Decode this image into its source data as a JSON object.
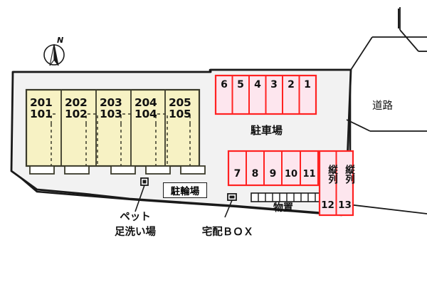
{
  "map": {
    "title": "",
    "colors": {
      "site_fill": "#f2f2f2",
      "site_stroke": "#1a1a1a",
      "building_fill": "#f7f2c4",
      "building_stroke": "#3a3a2a",
      "stall_fill": "#fde6ee",
      "stall_stroke": "#ff2222",
      "text": "#111111",
      "page_bg": "#ffffff"
    }
  },
  "compass": {
    "label": "N",
    "icon": "compass-north-icon"
  },
  "building": {
    "units": [
      {
        "upper": "201",
        "lower": "101"
      },
      {
        "upper": "202",
        "lower": "102"
      },
      {
        "upper": "203",
        "lower": "103"
      },
      {
        "upper": "204",
        "lower": "104"
      },
      {
        "upper": "205",
        "lower": "105"
      }
    ]
  },
  "parking": {
    "area_label": "駐車場",
    "top_row": [
      {
        "number": "6"
      },
      {
        "number": "5"
      },
      {
        "number": "4"
      },
      {
        "number": "3"
      },
      {
        "number": "2"
      },
      {
        "number": "1"
      }
    ],
    "bottom_row": [
      {
        "number": "7"
      },
      {
        "number": "8"
      },
      {
        "number": "9"
      },
      {
        "number": "10"
      },
      {
        "number": "11"
      }
    ],
    "tandem_stalls": [
      {
        "type_label": "縦列",
        "number": "12"
      },
      {
        "type_label": "縦列",
        "number": "13"
      }
    ]
  },
  "facilities": {
    "bicycle_parking": "駐輪場",
    "storage": "物置",
    "pet_wash_line1": "ペット",
    "pet_wash_line2": "足洗い場",
    "delivery_box": "宅配ＢＯＸ"
  },
  "surroundings": {
    "road": "道路"
  }
}
